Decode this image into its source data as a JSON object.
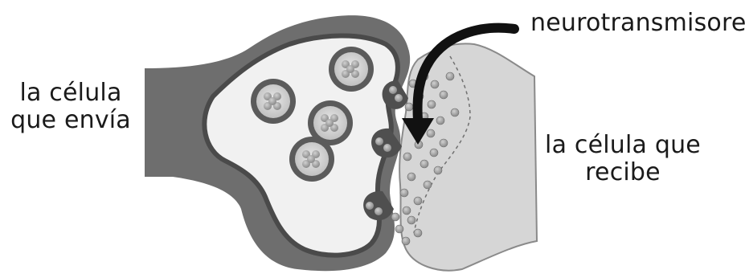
{
  "labels": {
    "sender_line1": "la célula",
    "sender_line2": "que envía",
    "receiver_line1": "la célula que",
    "receiver_line2": "recibe",
    "neurotransmitters": "neurotransmisores"
  },
  "colors": {
    "sender_outer": "#6b6b6b",
    "sender_membrane": "#4a4a4a",
    "sender_inner": "#f2f2f2",
    "receiver_fill": "#d4d4d4",
    "receiver_outline": "#8a8a8a",
    "vesicle_ring": "#5a5a5a",
    "particle": "#9a9a9a",
    "arrow": "#111111"
  },
  "icons": {
    "arrow": "curved-arrow-icon"
  }
}
